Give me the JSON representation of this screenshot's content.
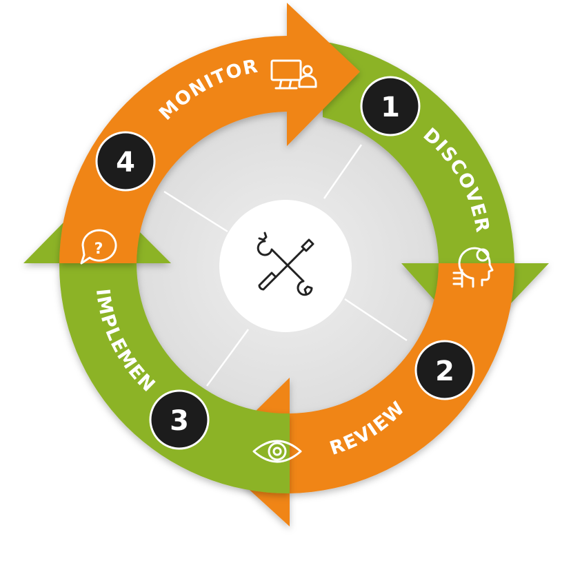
{
  "stages": [
    {
      "number": "1",
      "label": "DISCOVERY",
      "icon": "thinking-head-icon",
      "color": "#8cb327"
    },
    {
      "number": "2",
      "label": "REVIEW",
      "icon": "eye-icon",
      "color": "#f08519"
    },
    {
      "number": "3",
      "label": "IMPLEMENT",
      "icon": "speech-question-icon",
      "color": "#8cb327"
    },
    {
      "number": "4",
      "label": "MONITOR",
      "icon": "computer-user-icon",
      "color": "#f08519"
    }
  ],
  "center_icon": "tools-wrench-screwdriver-icon",
  "colors": {
    "green": "#8cb327",
    "orange": "#f08519",
    "badge": "#1c1c1c",
    "inner": "#e6e6e6"
  }
}
